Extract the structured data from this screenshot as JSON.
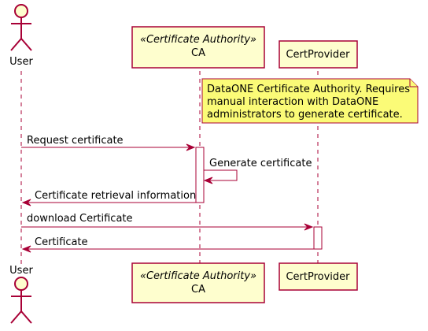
{
  "participants": {
    "user": {
      "label": "User"
    },
    "ca": {
      "stereotype": "«Certificate Authority»",
      "label": "CA"
    },
    "certprovider": {
      "label": "CertProvider"
    }
  },
  "note": {
    "lines": [
      "DataONE Certificate Authority. Requires",
      "manual interaction with DataONE",
      "administrators to generate certificate."
    ]
  },
  "messages": [
    {
      "from": "User",
      "to": "CA",
      "label": "Request certificate"
    },
    {
      "from": "CA",
      "to": "CA",
      "label": "Generate certificate"
    },
    {
      "from": "CA",
      "to": "User",
      "label": "Certificate retrieval information"
    },
    {
      "from": "User",
      "to": "CertProvider",
      "label": "download Certificate"
    },
    {
      "from": "CertProvider",
      "to": "User",
      "label": "Certificate"
    }
  ],
  "colors": {
    "border": "#A80036",
    "participant_fill": "#FEFECE",
    "note_fill": "#FBFB77"
  }
}
